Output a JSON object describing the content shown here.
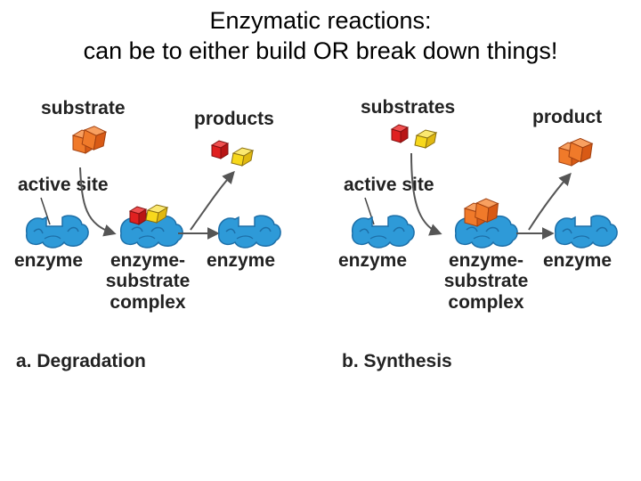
{
  "title": {
    "line1": "Enzymatic reactions:",
    "line2": "can be to either build OR break down things!"
  },
  "panel_a": {
    "caption": "a. Degradation",
    "substrate_label": "substrate",
    "products_label": "products",
    "active_site_label": "active site",
    "enzyme_label": "enzyme",
    "complex_label_1": "enzyme-",
    "complex_label_2": "substrate",
    "complex_label_3": "complex",
    "enzyme_label_2": "enzyme"
  },
  "panel_b": {
    "caption": "b. Synthesis",
    "substrates_label": "substrates",
    "product_label": "product",
    "active_site_label": "active site",
    "enzyme_label": "enzyme",
    "complex_label_1": "enzyme-",
    "complex_label_2": "substrate",
    "complex_label_3": "complex",
    "enzyme_label_2": "enzyme"
  },
  "colors": {
    "enzyme_blue": "#2e9ad8",
    "substrate_orange": "#f07a2a",
    "substrate_red": "#e02020",
    "substrate_yellow": "#f7d81c",
    "arrow_gray": "#555555"
  }
}
